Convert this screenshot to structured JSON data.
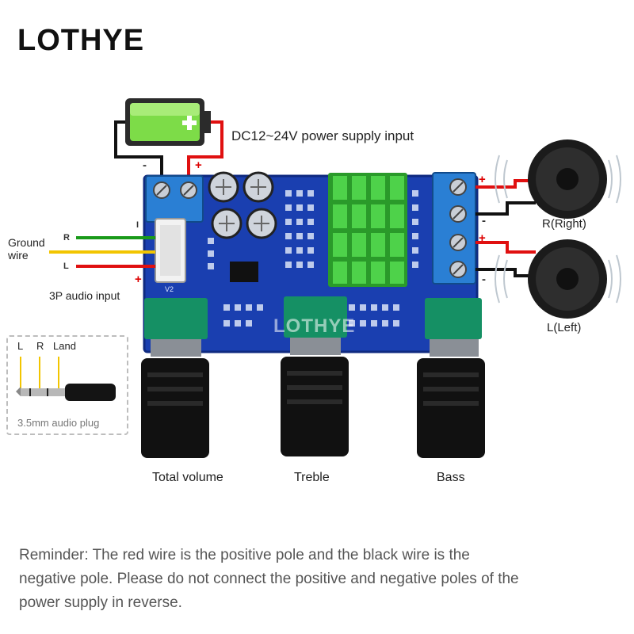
{
  "brand": "LOTHYE",
  "labels": {
    "power": "DC12~24V power supply input",
    "ground_wire": "Ground wire",
    "audio_input": "3P audio input",
    "right_speaker": "R(Right)",
    "left_speaker": "L(Left)",
    "total_volume": "Total volume",
    "treble": "Treble",
    "bass": "Bass"
  },
  "wire_letters": {
    "r": "R",
    "l": "L",
    "i": "I"
  },
  "signs": {
    "plus": "+",
    "minus": "-"
  },
  "plug": {
    "l": "L",
    "r": "R",
    "land": "Land",
    "caption": "3.5mm audio plug"
  },
  "board": {
    "silkscreen": "LOTHYE",
    "version": "V2"
  },
  "reminder": "Reminder: The red wire is the positive pole and the black wire is the negative pole. Please do not connect the positive and negative poles of the power supply in reverse.",
  "colors": {
    "board": "#1a3fb0",
    "heatsink": "#3fbf3a",
    "knob": "#111111",
    "pot": "#159064",
    "wire_red": "#e01010",
    "wire_black": "#111111",
    "wire_green": "#1a9a1a",
    "wire_yellow": "#f2c500",
    "battery": "#6ad33a"
  }
}
